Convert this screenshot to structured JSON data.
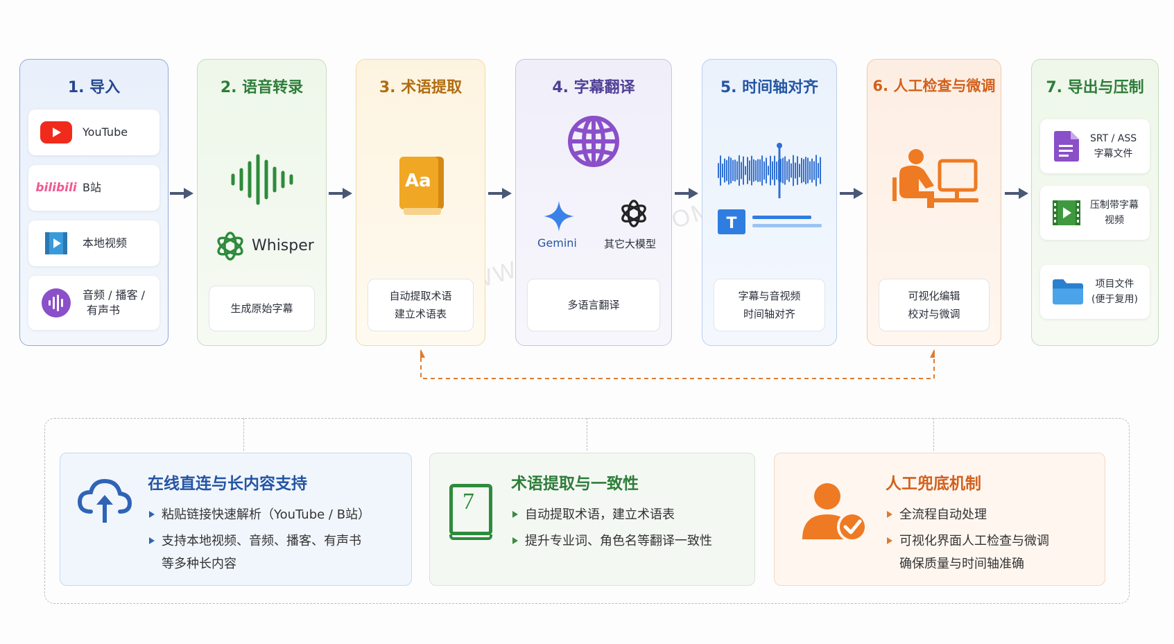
{
  "stages": [
    {
      "title": "1. 导入"
    },
    {
      "title": "2. 语音转录",
      "brand": "Whisper",
      "box": "生成原始字幕"
    },
    {
      "title": "3. 术语提取",
      "icon_text": "Aa",
      "box_line1": "自动提取术语",
      "box_line2": "建立术语表"
    },
    {
      "title": "4. 字幕翻译",
      "gemini": "Gemini",
      "other_llm": "其它大模型",
      "box": "多语言翻译"
    },
    {
      "title": "5. 时间轴对齐",
      "icon_text": "T",
      "box_line1": "字幕与音视频",
      "box_line2": "时间轴对齐"
    },
    {
      "title": "6. 人工检查与微调",
      "box_line1": "可视化编辑",
      "box_line2": "校对与微调"
    },
    {
      "title": "7. 导出与压制"
    }
  ],
  "sources": [
    {
      "label_line1": "YouTube",
      "label_line2": "",
      "icon": "youtube-icon"
    },
    {
      "label_line1": "B站",
      "label_line2": "",
      "icon": "bilibili-icon",
      "logo_text": "bilibili"
    },
    {
      "label_line1": "本地视频",
      "label_line2": "",
      "icon": "video-file-icon"
    },
    {
      "label_line1": "音频 / 播客 /",
      "label_line2": "有声书",
      "icon": "audio-icon"
    }
  ],
  "outputs": [
    {
      "line1": "SRT / ASS",
      "line2": "字幕文件",
      "icon": "document-icon"
    },
    {
      "line1": "压制带字幕",
      "line2": "视频",
      "icon": "video-file-icon"
    },
    {
      "line1": "项目文件",
      "line2": "(便于复用)",
      "icon": "folder-icon"
    }
  ],
  "features": [
    {
      "title": "在线直连与长内容支持",
      "icon": "cloud-upload-icon",
      "bullets": [
        "粘贴链接快速解析（YouTube / B站）",
        "支持本地视频、音频、播客、有声书",
        "等多种长内容"
      ]
    },
    {
      "title": "术语提取与一致性",
      "icon": "book-icon",
      "icon_text": "7",
      "bullets": [
        "自动提取术语，建立术语表",
        "提升专业词、角色名等翻译一致性"
      ]
    },
    {
      "title": "人工兜底机制",
      "icon": "user-check-icon",
      "bullets": [
        "全流程自动处理",
        "可视化界面人工检查与微调",
        "确保质量与时间轴准确"
      ]
    }
  ],
  "watermark": "WWW.ABSKOOP.COM",
  "colors": {
    "blue": "#25478f",
    "green": "#2e7d3a",
    "gold": "#b06d10",
    "purple": "#4f3f96",
    "orange": "#d2601c",
    "arrow": "#4a5775",
    "feedback": "#e07a2e"
  }
}
